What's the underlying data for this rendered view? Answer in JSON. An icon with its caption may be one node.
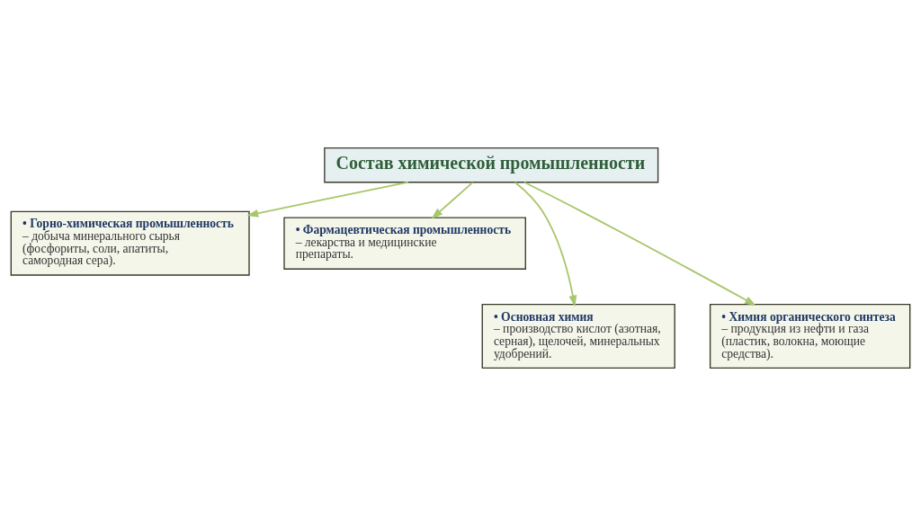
{
  "diagram": {
    "nodes": [
      {
        "text": [
          "Состав химической промышленности"
        ]
      },
      {
        "text": [
          "• Горно-химическая промышленность",
          "– добыча минерального сырья (фосфориты, соли, апатиты, самородная сера)."
        ]
      },
      {
        "text": [
          "• Фармацевтическая промышленность",
          "– лекарства и медицинские препараты."
        ]
      },
      {
        "text": [
          "• Основная химия",
          "– производство кислот (азотная, серная), щелочей, минеральных удобрений."
        ]
      },
      {
        "text": [
          "• Химия органического синтеза",
          "– продукция из нефти и газа (пластик, волокна, моющие средства)."
        ]
      }
    ],
    "edges": [
      {
        "from": 0,
        "to": 1,
        "arrow": "to"
      },
      {
        "from": 0,
        "to": 3,
        "arrow": "to"
      },
      {
        "from": 0,
        "to": 4,
        "arrow": "to"
      },
      {
        "from": 0,
        "to": 2,
        "arrow": "to"
      }
    ]
  }
}
